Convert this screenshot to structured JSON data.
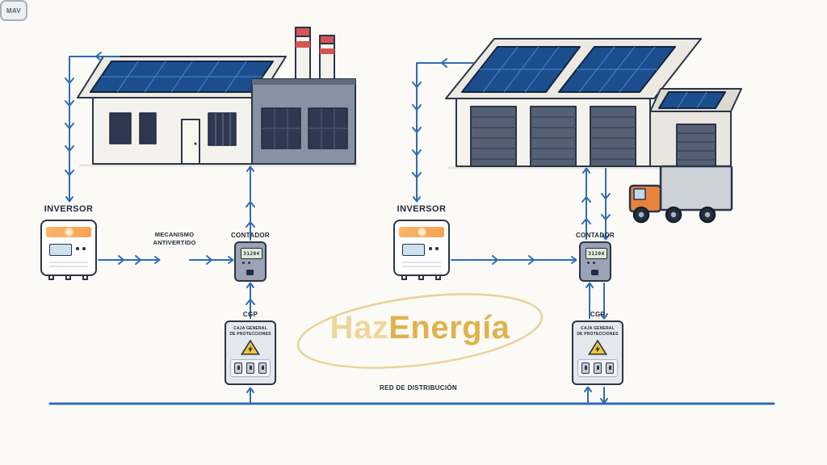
{
  "watermark": {
    "brand_light": "Haz",
    "brand_bold": "Energía"
  },
  "left_system": {
    "inverter_label": "INVERSOR",
    "mav_label_line1": "MECANISMO",
    "mav_label_line2": "ANTIVERTIDO",
    "mav_box_text": "MAV",
    "meter_label": "CONTADOR",
    "meter_reading": "31204",
    "cgp_label": "CGP",
    "cgp_box_line1": "CAJA GENERAL",
    "cgp_box_line2": "DE PROTECCIONES"
  },
  "right_system": {
    "inverter_label": "INVERSOR",
    "meter_label": "CONTADOR",
    "meter_reading": "31204",
    "cgp_label": "CGP",
    "cgp_box_line1": "CAJA GENERAL",
    "cgp_box_line2": "DE PROTECCIONES"
  },
  "grid": {
    "label": "RED DE DISTRIBUCIÓN"
  },
  "icons": {
    "inverter_stripe": "sun-icon",
    "cgp_warning": "warning-triangle-icon",
    "cgp_bolt": "lightning-bolt-icon"
  },
  "colors": {
    "flow_line_blue": "#2f6cb5",
    "solar_panel_blue": "#1c4e8e",
    "outline_navy": "#2a3548",
    "watermark_gold": "#dda62e",
    "warning_yellow": "#f6c62e",
    "chimney_red": "#d95454"
  }
}
